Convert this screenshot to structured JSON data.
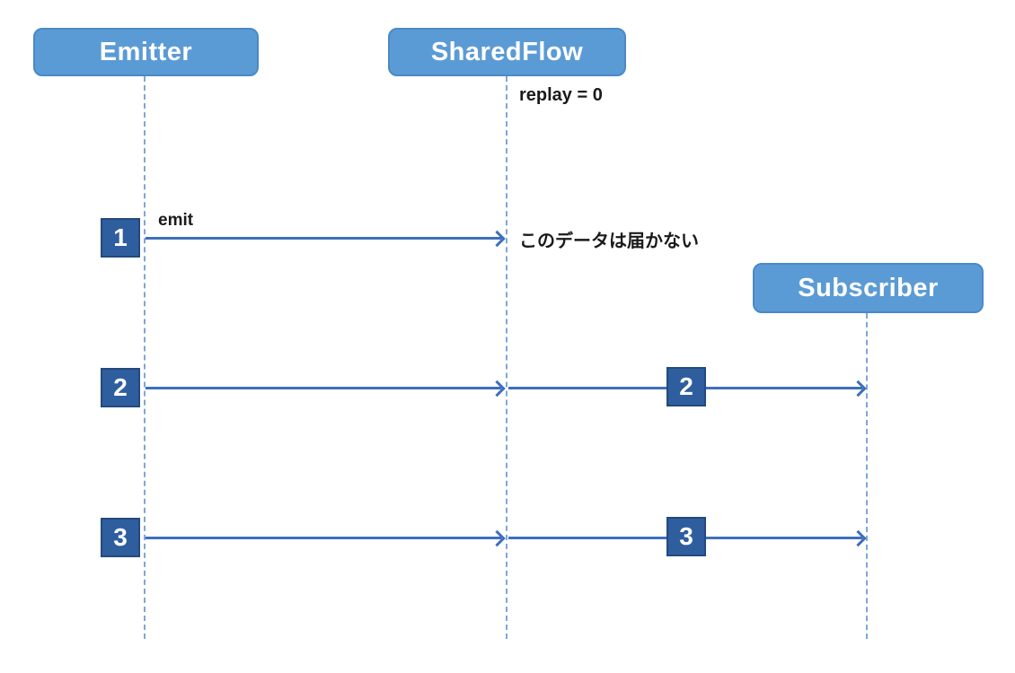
{
  "actors": {
    "emitter": {
      "label": "Emitter"
    },
    "sharedflow": {
      "label": "SharedFlow"
    },
    "subscriber": {
      "label": "Subscriber"
    }
  },
  "labels": {
    "replay": "replay = 0",
    "emit": "emit",
    "not_delivered": "このデータは届かない"
  },
  "messages": [
    {
      "row": 1,
      "from": "emitter",
      "to": "sharedflow",
      "badge": "1"
    },
    {
      "row": 2,
      "from": "emitter",
      "to": "sharedflow",
      "badge": "2"
    },
    {
      "row": 2,
      "from": "sharedflow",
      "to": "subscriber",
      "badge": "2"
    },
    {
      "row": 3,
      "from": "emitter",
      "to": "sharedflow",
      "badge": "3"
    },
    {
      "row": 3,
      "from": "sharedflow",
      "to": "subscriber",
      "badge": "3"
    }
  ],
  "colors": {
    "actor_fill": "#5B9BD5",
    "actor_border": "#4A89C7",
    "badge_fill": "#2E5E9E",
    "badge_border": "#24497E",
    "arrow": "#3D6FBE",
    "lifeline": "#7EA6D9",
    "text_on_blue": "#FFFFFF",
    "annotation_text": "#1A1A1A",
    "background": "#FFFFFF"
  }
}
